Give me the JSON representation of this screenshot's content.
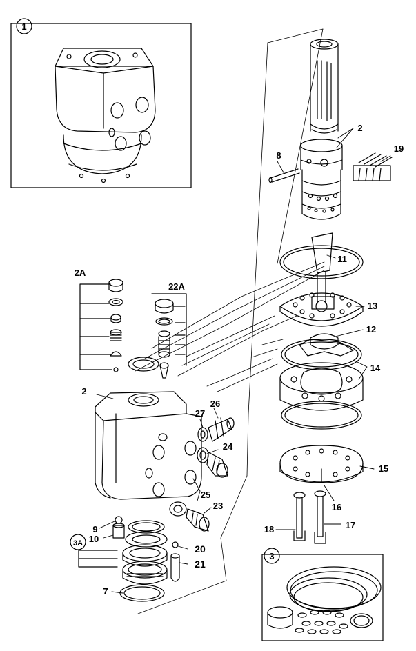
{
  "callouts": [
    {
      "id": "c1",
      "text": "1"
    },
    {
      "id": "c2a",
      "text": "2A"
    },
    {
      "id": "c22a",
      "text": "22A"
    },
    {
      "id": "c2top",
      "text": "2"
    },
    {
      "id": "c8",
      "text": "8"
    },
    {
      "id": "c19",
      "text": "19"
    },
    {
      "id": "c11",
      "text": "11"
    },
    {
      "id": "c13",
      "text": "13"
    },
    {
      "id": "c12",
      "text": "12"
    },
    {
      "id": "c14",
      "text": "14"
    },
    {
      "id": "c2left",
      "text": "2"
    },
    {
      "id": "c26",
      "text": "26"
    },
    {
      "id": "c27",
      "text": "27"
    },
    {
      "id": "c24",
      "text": "24"
    },
    {
      "id": "c25",
      "text": "25"
    },
    {
      "id": "c23",
      "text": "23"
    },
    {
      "id": "c9",
      "text": "9"
    },
    {
      "id": "c10",
      "text": "10"
    },
    {
      "id": "c3a",
      "text": "3A"
    },
    {
      "id": "c20",
      "text": "20"
    },
    {
      "id": "c21",
      "text": "21"
    },
    {
      "id": "c7",
      "text": "7"
    },
    {
      "id": "c15",
      "text": "15"
    },
    {
      "id": "c16",
      "text": "16"
    },
    {
      "id": "c18",
      "text": "18"
    },
    {
      "id": "c17",
      "text": "17"
    },
    {
      "id": "c3",
      "text": "3"
    }
  ]
}
